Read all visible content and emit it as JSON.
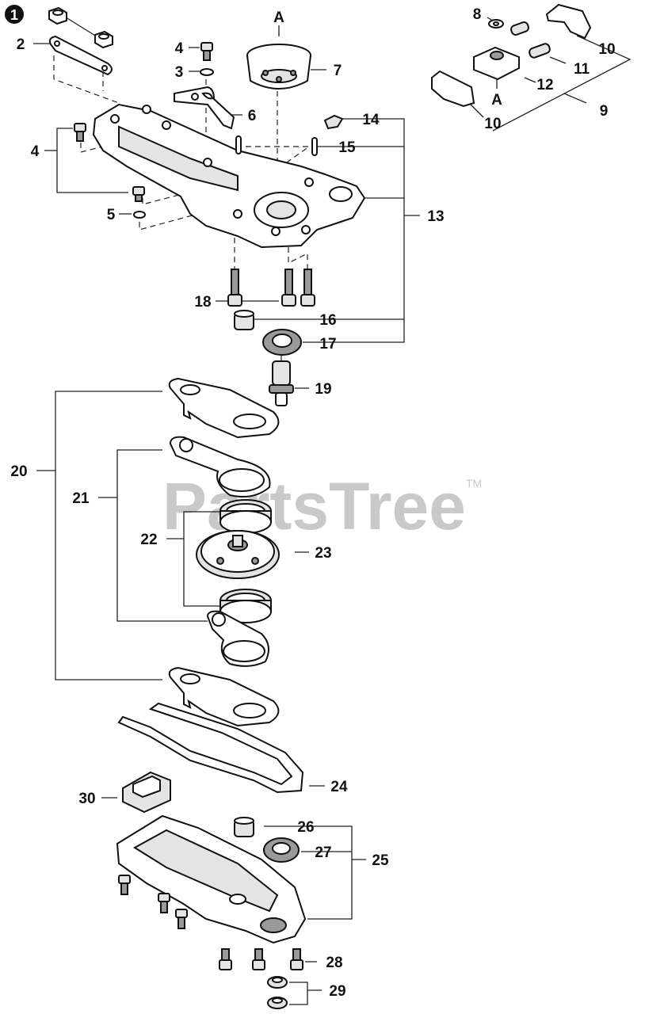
{
  "watermark": {
    "text": "PartsTree",
    "trademark": "TM"
  },
  "callouts": [
    {
      "id": "c1",
      "text": "1"
    },
    {
      "id": "c2",
      "text": "2"
    },
    {
      "id": "c3",
      "text": "3"
    },
    {
      "id": "c4a",
      "text": "4"
    },
    {
      "id": "c4b",
      "text": "4"
    },
    {
      "id": "c5",
      "text": "5"
    },
    {
      "id": "c6",
      "text": "6"
    },
    {
      "id": "c7",
      "text": "7"
    },
    {
      "id": "c8",
      "text": "8"
    },
    {
      "id": "c9",
      "text": "9"
    },
    {
      "id": "c10a",
      "text": "10"
    },
    {
      "id": "c10b",
      "text": "10"
    },
    {
      "id": "c11",
      "text": "11"
    },
    {
      "id": "c12",
      "text": "12"
    },
    {
      "id": "c13",
      "text": "13"
    },
    {
      "id": "c14",
      "text": "14"
    },
    {
      "id": "c15",
      "text": "15"
    },
    {
      "id": "c16",
      "text": "16"
    },
    {
      "id": "c17",
      "text": "17"
    },
    {
      "id": "c18",
      "text": "18"
    },
    {
      "id": "c19",
      "text": "19"
    },
    {
      "id": "c20",
      "text": "20"
    },
    {
      "id": "c21",
      "text": "21"
    },
    {
      "id": "c22",
      "text": "22"
    },
    {
      "id": "c23",
      "text": "23"
    },
    {
      "id": "c24",
      "text": "24"
    },
    {
      "id": "c25",
      "text": "25"
    },
    {
      "id": "c26",
      "text": "26"
    },
    {
      "id": "c27",
      "text": "27"
    },
    {
      "id": "c28",
      "text": "28"
    },
    {
      "id": "c29",
      "text": "29"
    },
    {
      "id": "c30",
      "text": "30"
    }
  ],
  "marks": [
    {
      "id": "mA1",
      "text": "A"
    },
    {
      "id": "mA2",
      "text": "A"
    }
  ]
}
